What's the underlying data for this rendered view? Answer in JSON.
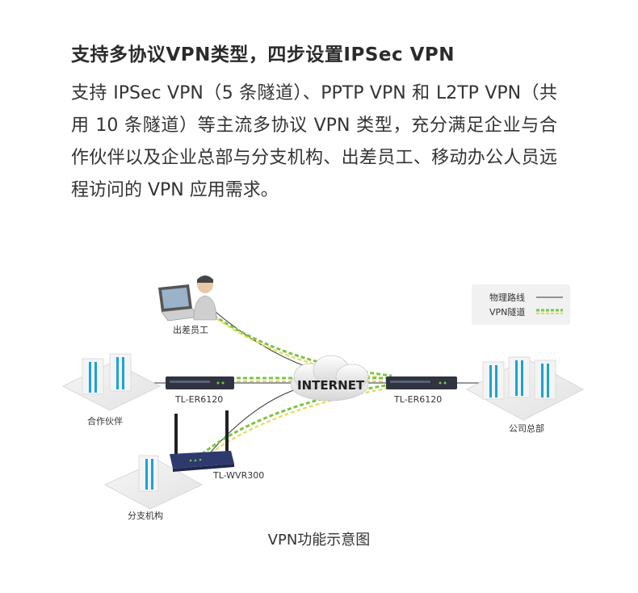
{
  "heading": "支持多协议VPN类型，四步设置IPSec VPN",
  "body_text": "支持 IPSec VPN（5 条隧道）、PPTP VPN 和 L2TP VPN（共用 10 条隧道）等主流多协议 VPN 类型，充分满足企业与合作伙伴以及企业总部与分支机构、出差员工、移动办公人员远程访问的 VPN 应用需求。",
  "diagram": {
    "legend": {
      "physical_line": "物理路线",
      "vpn_tunnel": "VPN隧道"
    },
    "nodes": {
      "business_traveler": "出差员工",
      "partner": "合作伙伴",
      "branch": "分支机构",
      "headquarters": "公司总部",
      "internet": "INTERNET",
      "router_left": "TL-ER6120",
      "router_right": "TL-ER6120",
      "wireless_router": "TL-WVR300"
    },
    "colors": {
      "physical_line": "#333333",
      "vpn_tunnel_green": "#7cc34a",
      "vpn_tunnel_yellow": "#e3d84a",
      "building_blue": "#1aa3d6",
      "router_body": "#2f3440"
    }
  },
  "caption": "VPN功能示意图"
}
